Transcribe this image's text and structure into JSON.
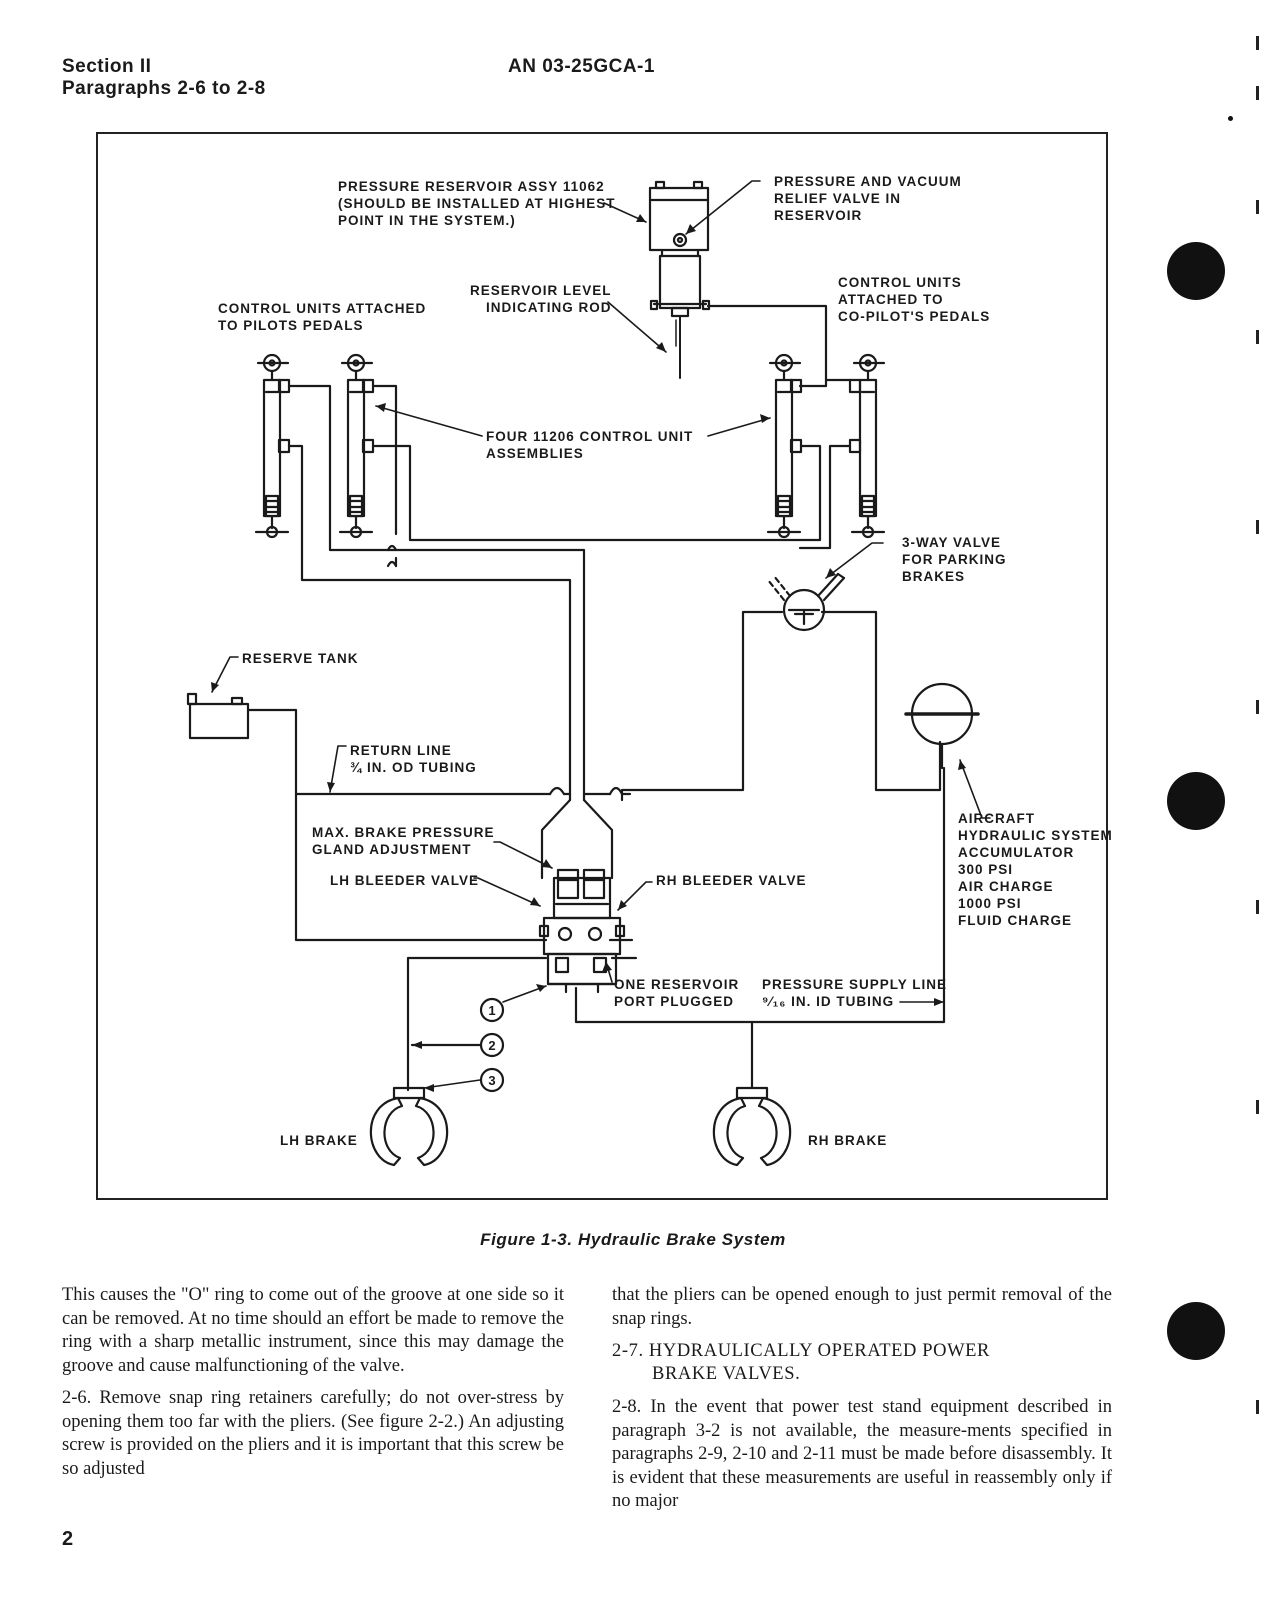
{
  "header": {
    "section": "Section II",
    "paragraphs": "Paragraphs 2-6 to 2-8",
    "doc_number": "AN 03-25GCA-1"
  },
  "figure": {
    "caption": "Figure 1-3. Hydraulic Brake System",
    "labels": {
      "pressure_reservoir": "PRESSURE RESERVOIR ASSY 11062\n(SHOULD BE INSTALLED AT HIGHEST\nPOINT IN THE SYSTEM.)",
      "relief_valve": "PRESSURE AND VACUUM\nRELIEF VALVE IN\nRESERVOIR",
      "level_rod": "RESERVOIR LEVEL\nINDICATING ROD",
      "control_pilot": "CONTROL UNITS ATTACHED\nTO PILOTS PEDALS",
      "control_copilot": "CONTROL UNITS\nATTACHED TO\nCO-PILOT'S PEDALS",
      "four_units": "FOUR 11206 CONTROL UNIT\nASSEMBLIES",
      "three_way": "3-WAY VALVE\nFOR PARKING\nBRAKES",
      "reserve_tank": "RESERVE TANK",
      "return_line": "RETURN LINE\n¾ IN. OD TUBING",
      "max_brake": "MAX. BRAKE PRESSURE\nGLAND ADJUSTMENT",
      "lh_bleeder": "LH BLEEDER VALVE",
      "rh_bleeder": "RH BLEEDER VALVE",
      "accumulator": "AIRCRAFT\nHYDRAULIC SYSTEM\nACCUMULATOR\n300 PSI\nAIR CHARGE\n1000 PSI\nFLUID CHARGE",
      "one_port": "ONE RESERVOIR\nPORT PLUGGED",
      "supply_line": "PRESSURE SUPPLY LINE\n⁹⁄₁₆ IN. ID TUBING",
      "lh_brake": "LH BRAKE",
      "rh_brake": "RH BRAKE",
      "callout_1": "1",
      "callout_2": "2",
      "callout_3": "3"
    }
  },
  "body": {
    "left_p1": "This causes the \"O\" ring to come out of the groove at one side so it can be removed. At no time should an effort be made to remove the ring with a sharp metallic instrument, since this may damage the groove and cause malfunctioning of the valve.",
    "left_p2": "2-6. Remove snap ring retainers carefully; do not over-stress by opening them too far with the pliers. (See figure 2-2.) An adjusting screw is provided on the pliers and it is important that this screw be so adjusted",
    "right_p1": "that the pliers can be opened enough to just permit removal of the snap rings.",
    "heading_line1": "2-7. HYDRAULICALLY OPERATED POWER",
    "heading_line2": "BRAKE VALVES.",
    "right_p2": "2-8. In the event that power test stand equipment described in paragraph 3-2 is not available, the measure-ments specified in paragraphs 2-9, 2-10 and 2-11 must be made before disassembly. It is evident that these measurements are useful in reassembly only if no major"
  },
  "page_number": "2"
}
